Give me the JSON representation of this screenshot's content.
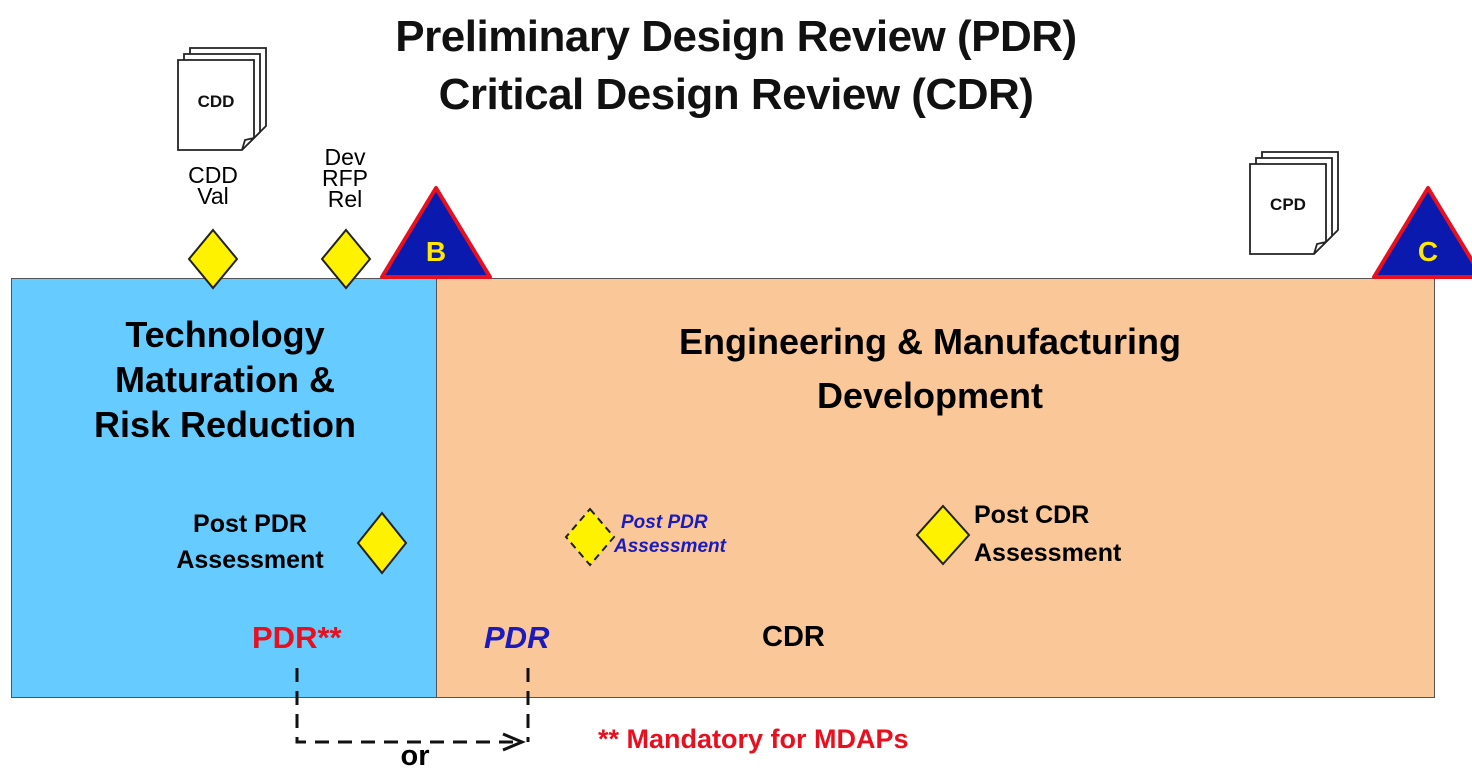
{
  "title": {
    "line1": "Preliminary Design Review (PDR)",
    "line2": "Critical Design Review (CDR)"
  },
  "documents": {
    "cdd": "CDD",
    "cpd": "CPD"
  },
  "decision_points": {
    "cdd_val": [
      "CDD",
      "Val"
    ],
    "dev_rfp_rel": [
      "Dev",
      "RFP",
      "Rel"
    ]
  },
  "milestones": {
    "b": "B",
    "c": "C"
  },
  "phases": {
    "tmrr": [
      "Technology",
      "Maturation &",
      "Risk Reduction"
    ],
    "emd": [
      "Engineering & Manufacturing",
      "Development"
    ]
  },
  "assessments": {
    "post_pdr_tmrr": [
      "Post PDR",
      "Assessment"
    ],
    "post_pdr_emd": [
      "Post PDR",
      "Assessment"
    ],
    "post_cdr": [
      "Post CDR",
      "Assessment"
    ]
  },
  "reviews": {
    "pdr_mandatory": "PDR**",
    "pdr_alt": "PDR",
    "cdr": "CDR"
  },
  "notes": {
    "or": "or",
    "mandatory": "** Mandatory for MDAPs"
  },
  "colors": {
    "tmrr": "#66CCFF",
    "emd": "#FAC898",
    "milestone_fill": "#0A1AAE",
    "milestone_border": "#E8101E",
    "milestone_text": "#FFE800",
    "diamond": "#FFF200",
    "red": "#E8101E",
    "blue": "#1A1ABF"
  }
}
